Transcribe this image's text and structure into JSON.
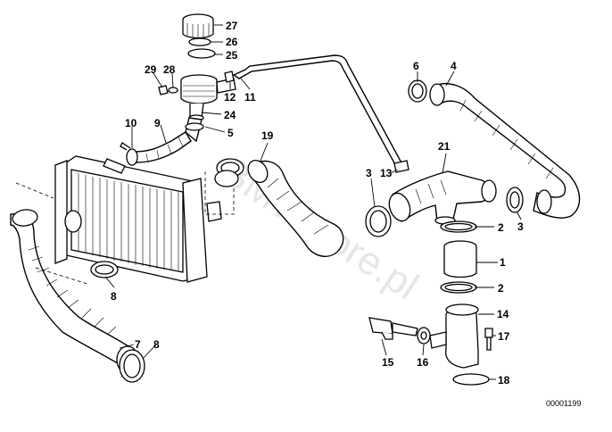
{
  "diagram": {
    "watermark": "BMWstore.pl",
    "reference_number": "00001199",
    "callouts": [
      "27",
      "26",
      "25",
      "29",
      "28",
      "12",
      "11",
      "24",
      "10",
      "9",
      "5",
      "19",
      "6",
      "4",
      "21",
      "3",
      "13",
      "3",
      "2",
      "1",
      "2",
      "14",
      "17",
      "15",
      "16",
      "18",
      "8",
      "7",
      "8"
    ]
  },
  "palette": {
    "line": "#000000",
    "background": "#ffffff",
    "watermark": "#d2d2d2"
  }
}
